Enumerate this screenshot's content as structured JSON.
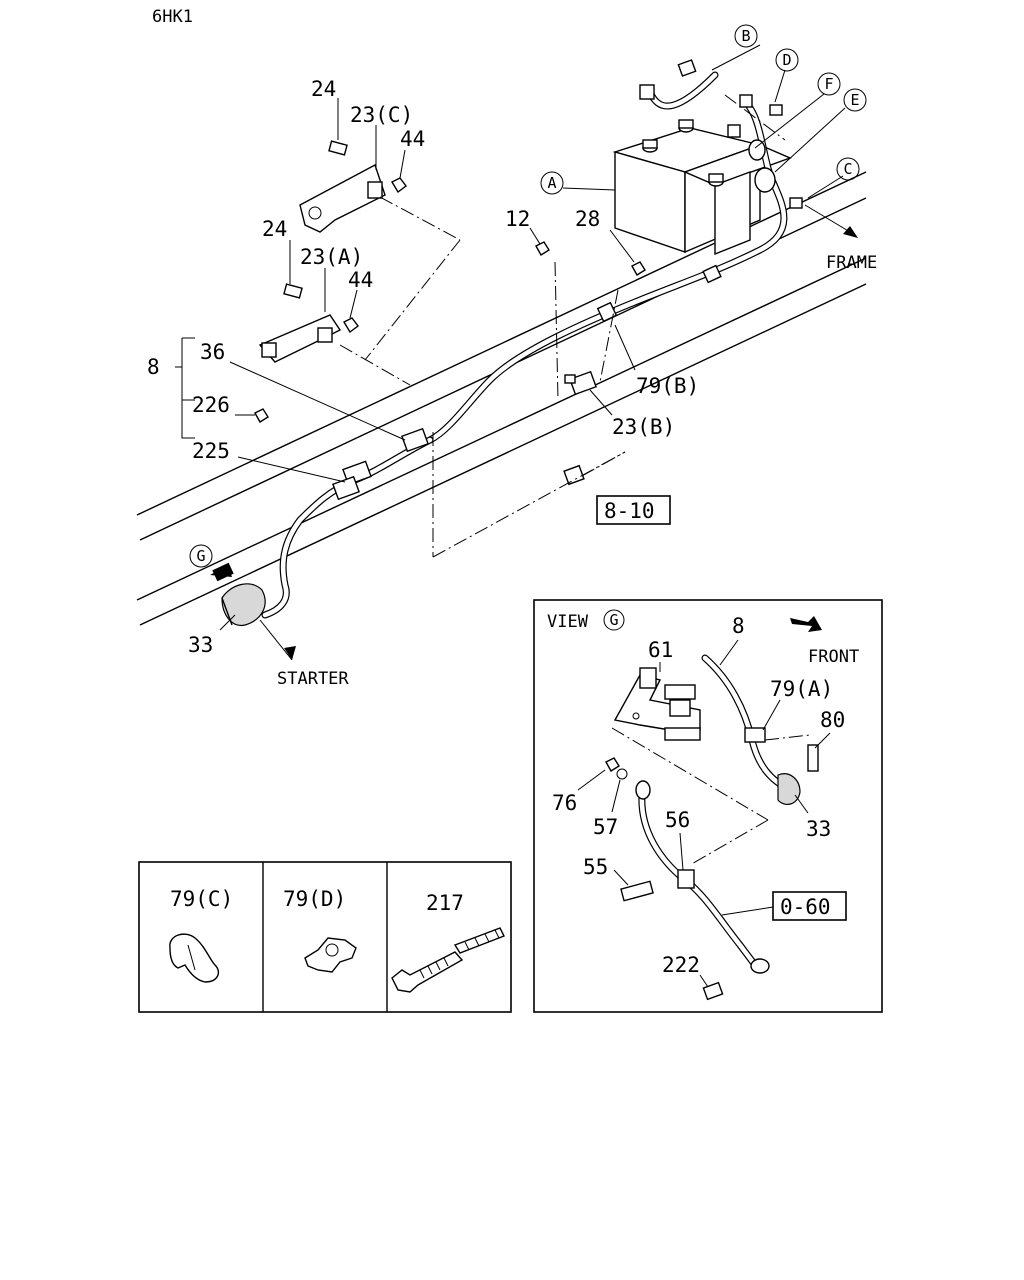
{
  "header": {
    "model_code": "6HK1"
  },
  "callouts": {
    "p24_top": "24",
    "p23c": "23(C)",
    "p44_top": "44",
    "p24_mid": "24",
    "p23a": "23(A)",
    "p44_mid": "44",
    "p12": "12",
    "p28": "28",
    "p8": "8",
    "p36": "36",
    "p226": "226",
    "p225": "225",
    "p79b": "79(B)",
    "p23b": "23(B)",
    "p33_main": "33"
  },
  "ref_circles": {
    "a": "A",
    "b": "B",
    "c": "C",
    "d": "D",
    "e": "E",
    "f": "F",
    "g": "G"
  },
  "directions": {
    "frame": "FRAME",
    "starter": "STARTER",
    "front": "FRONT"
  },
  "ref_boxes": {
    "main": "8-10",
    "view": "0-60"
  },
  "view_g": {
    "title": "VIEW",
    "labels": {
      "p61": "61",
      "p8": "8",
      "p79a": "79(A)",
      "p80": "80",
      "p76": "76",
      "p57": "57",
      "p56": "56",
      "p33": "33",
      "p55": "55",
      "p222": "222"
    }
  },
  "detail_boxes": [
    {
      "label": "79(C)"
    },
    {
      "label": "79(D)"
    },
    {
      "label": "217"
    }
  ]
}
